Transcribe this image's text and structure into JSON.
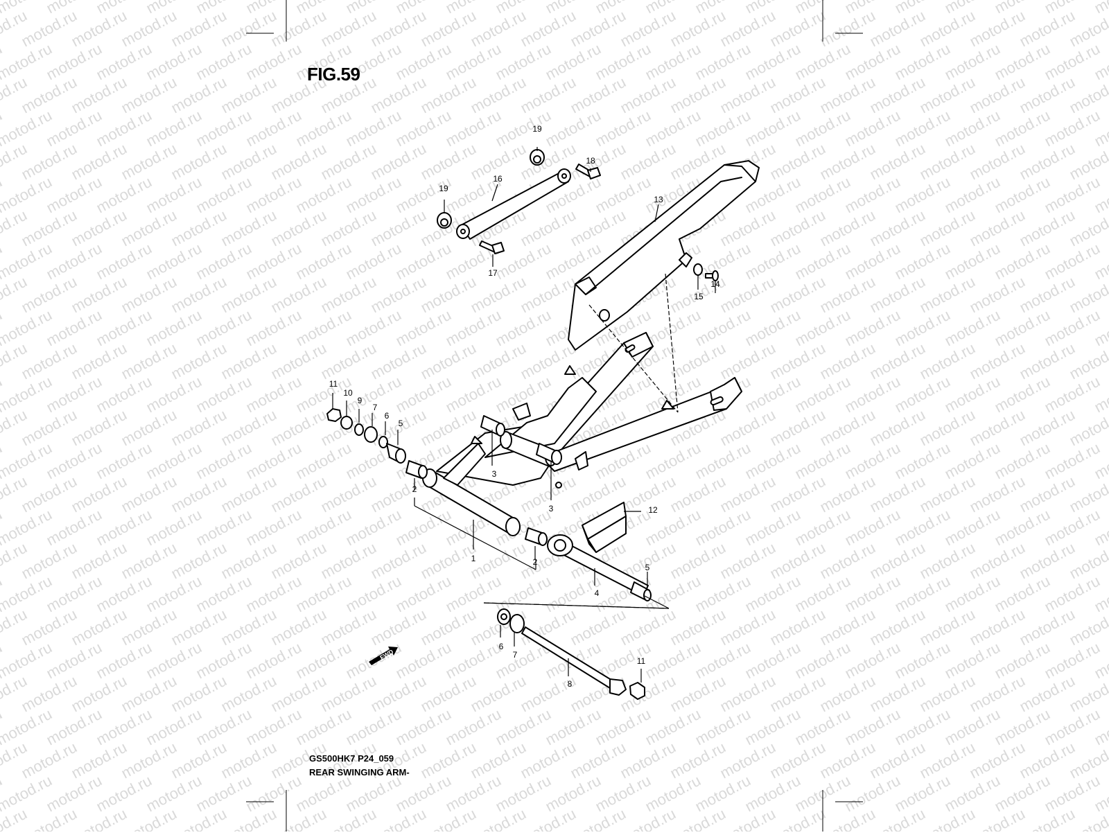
{
  "figure": {
    "title": "FIG.59",
    "model_code": "GS500HK7 P24_059",
    "caption": "REAR SWINGING ARM-",
    "watermark": "motod.ru",
    "fwd_label": "FWD"
  },
  "callouts": [
    "19",
    "19",
    "18",
    "16",
    "13",
    "17",
    "15",
    "14",
    "11",
    "10",
    "9",
    "7",
    "6",
    "5",
    "3",
    "3",
    "12",
    "2",
    "1",
    "2",
    "5",
    "4",
    "6",
    "7",
    "11",
    "8"
  ],
  "colors": {
    "line": "#000000",
    "watermark": "#d9d9d9",
    "background": "#ffffff"
  }
}
